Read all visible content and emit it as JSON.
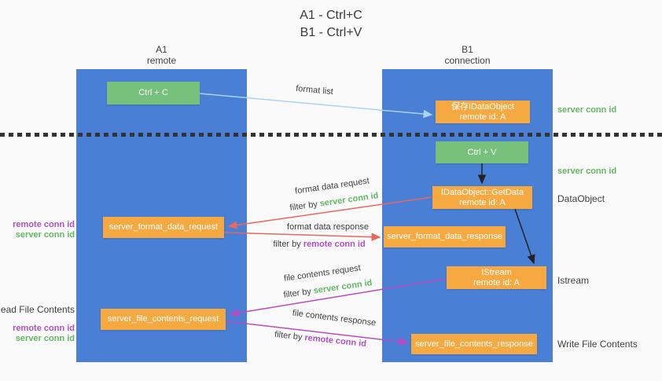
{
  "title": {
    "line1": "A1 - Ctrl+C",
    "line2": "B1 - Ctrl+V"
  },
  "columns": {
    "left": {
      "name": "A1",
      "role": "remote"
    },
    "right": {
      "name": "B1",
      "role": "connection"
    }
  },
  "nodes": {
    "ctrl_c": {
      "label": "Ctrl + C"
    },
    "save_idataobject": {
      "line1": "保存IDataObject",
      "line2": "remote id: A"
    },
    "ctrl_v": {
      "label": "Ctrl + V"
    },
    "getdata": {
      "line1": "IDataObject::GetData",
      "line2": "remote id: A"
    },
    "server_format_data_request": {
      "label": "server_format_data_request"
    },
    "server_format_data_response": {
      "label": "server_format_data_response"
    },
    "istream": {
      "line1": "IStream",
      "line2": "remote id: A"
    },
    "server_file_contents_request": {
      "label": "server_file_contents_request"
    },
    "server_file_contents_response": {
      "label": "server_file_contents_response"
    }
  },
  "flow_labels": {
    "format_list": "format list",
    "format_data_request": "format data request",
    "format_data_response": "format data response",
    "file_contents_request": "file contents request",
    "file_contents_response": "file contents response",
    "filter_by": "filter by",
    "server_conn_id": "server conn id",
    "remote_conn_id": "remote conn id"
  },
  "side_labels": {
    "left": [
      {
        "text": "remote conn id"
      },
      {
        "text": "server conn id"
      },
      {
        "text": "Read File Contents"
      },
      {
        "text": "remote conn id"
      },
      {
        "text": "server conn id"
      }
    ],
    "right": [
      {
        "text": "server conn id"
      },
      {
        "text": "server conn id"
      },
      {
        "text": "DataObject"
      },
      {
        "text": "Istream"
      },
      {
        "text": "Write File Contents"
      }
    ]
  },
  "colors": {
    "column_blue": "#4a7fd6",
    "green_box": "#77c17d",
    "orange_box": "#f7a941",
    "green_text": "#62b862",
    "purple_text": "#b14fc4",
    "dark_text": "#3d4043",
    "arrow_light_blue": "#a9d5f2",
    "arrow_red": "#e8685e",
    "arrow_magenta": "#bb4ac0",
    "arrow_black": "#222222"
  }
}
